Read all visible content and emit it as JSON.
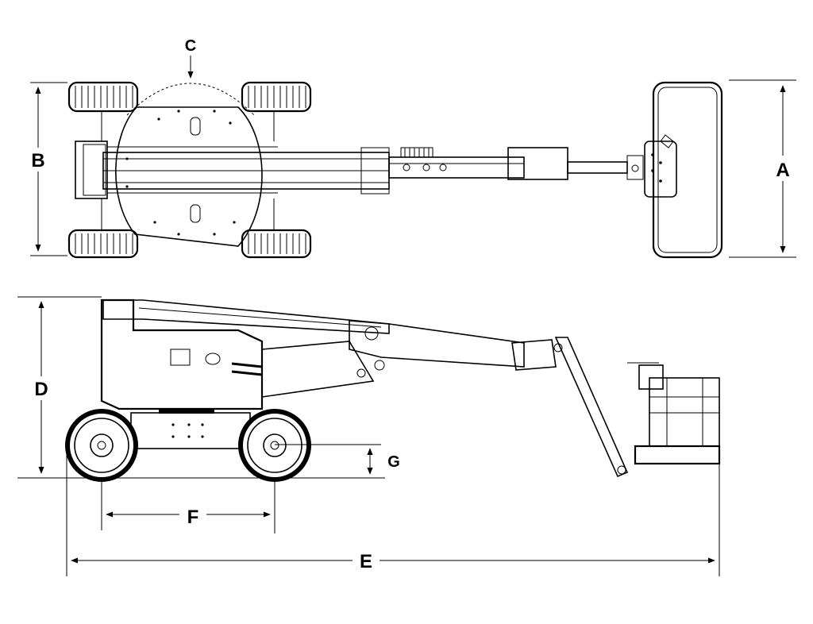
{
  "labels": {
    "A": "A",
    "B": "B",
    "C": "C",
    "D": "D",
    "E": "E",
    "F": "F",
    "G": "G"
  },
  "colors": {
    "line": "#000000",
    "body": "#ffffff",
    "tread": "#1a1a1a"
  }
}
